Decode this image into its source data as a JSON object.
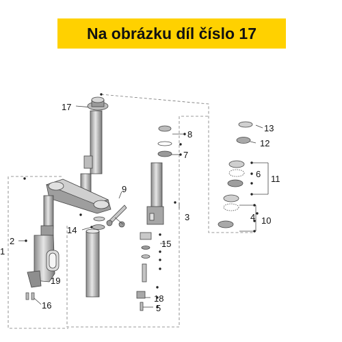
{
  "header": {
    "title": "Na obrázku díl číslo 17"
  },
  "colors": {
    "banner": "#ffd100",
    "line": "#444444",
    "part_dark": "#8a8a8a",
    "part_mid": "#bdbdbd",
    "part_light": "#e4e4e4"
  },
  "callouts": {
    "c1": "1",
    "c2": "2",
    "c3": "3",
    "c4": "4",
    "c5": "5",
    "c6": "6",
    "c7": "7",
    "c8": "8",
    "c9": "9",
    "c10": "10",
    "c11": "11",
    "c12": "12",
    "c13": "13",
    "c14": "14",
    "c15": "15",
    "c16": "16",
    "c17": "17",
    "c18": "18",
    "c19": "19"
  }
}
